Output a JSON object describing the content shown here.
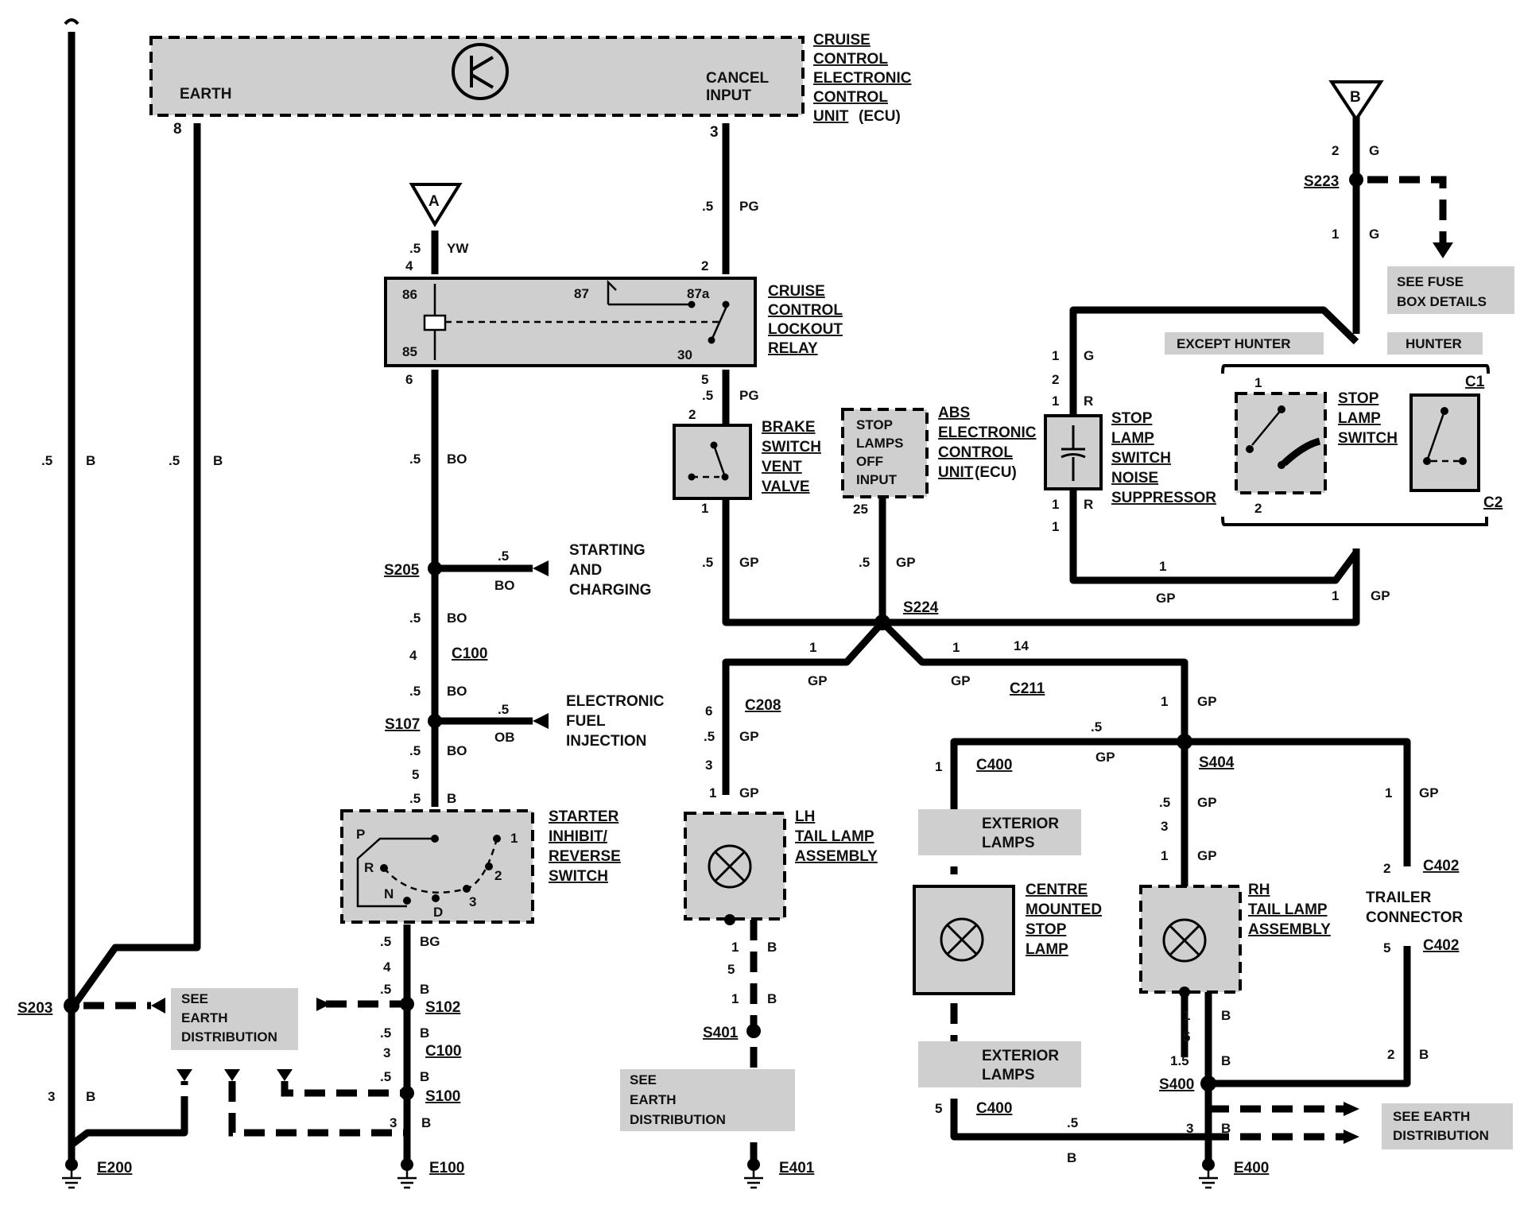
{
  "components": {
    "ecu": {
      "title": [
        "CRUISE",
        "CONTROL",
        "ELECTRONIC",
        "CONTROL",
        "UNIT"
      ],
      "suffix": "(ECU)",
      "earth": "EARTH",
      "cancel": [
        "CANCEL",
        "INPUT"
      ],
      "pin_earth": "8",
      "pin_cancel": "3"
    },
    "relay": {
      "title": [
        "CRUISE",
        "CONTROL",
        "LOCKOUT",
        "RELAY"
      ],
      "pins": {
        "p86": "86",
        "p85": "85",
        "p87": "87",
        "p87a": "87a",
        "p30": "30"
      }
    },
    "brake_switch": {
      "title": [
        "BRAKE",
        "SWITCH",
        "VENT",
        "VALVE"
      ]
    },
    "abs_ecu": {
      "inner": [
        "STOP",
        "LAMPS",
        "OFF",
        "INPUT"
      ],
      "title": [
        "ABS",
        "ELECTRONIC",
        "CONTROL",
        "UNIT"
      ],
      "suffix": "(ECU)",
      "pin": "25"
    },
    "suppressor": {
      "title": [
        "STOP",
        "LAMP",
        "SWITCH",
        "NOISE",
        "SUPPRESSOR"
      ]
    },
    "stop_switch": {
      "title": [
        "STOP",
        "LAMP",
        "SWITCH"
      ],
      "except": "EXCEPT HUNTER",
      "hunter": "HUNTER",
      "c1": "C1",
      "c2": "C2"
    },
    "fuse_ref": [
      "SEE FUSE",
      "BOX DETAILS"
    ],
    "starter": {
      "title": [
        "STARTER",
        "INHIBIT/",
        "REVERSE",
        "SWITCH"
      ],
      "positions": {
        "P": "P",
        "R": "R",
        "N": "N",
        "D": "D",
        "g1": "1",
        "g2": "2",
        "g3": "3"
      }
    },
    "lh_lamp": {
      "title": [
        "LH",
        "TAIL LAMP",
        "ASSEMBLY"
      ]
    },
    "rh_lamp": {
      "title": [
        "RH",
        "TAIL LAMP",
        "ASSEMBLY"
      ]
    },
    "centre_lamp": {
      "title": [
        "CENTRE",
        "MOUNTED",
        "STOP",
        "LAMP"
      ]
    },
    "exterior": [
      "EXTERIOR",
      "LAMPS"
    ],
    "trailer": [
      "TRAILER",
      "CONNECTOR"
    ],
    "earth_ref": [
      "SEE",
      "EARTH",
      "DISTRIBUTION"
    ],
    "earth_ref2": [
      "SEE EARTH",
      "DISTRIBUTION"
    ],
    "starting": [
      "STARTING",
      "AND",
      "CHARGING"
    ],
    "efi": [
      "ELECTRONIC",
      "FUEL",
      "INJECTION"
    ],
    "tri_a": "A",
    "tri_b": "B"
  },
  "splices": {
    "s203": "S203",
    "s102": "S102",
    "s100": "S100",
    "s205": "S205",
    "s107": "S107",
    "s224": "S224",
    "s223": "S223",
    "s401": "S401",
    "s404": "S404",
    "s400": "S400"
  },
  "connectors": {
    "c100": "C100",
    "c208": "C208",
    "c211": "C211",
    "c400": "C400",
    "c402": "C402"
  },
  "earths": {
    "e200": "E200",
    "e100": "E100",
    "e401": "E401",
    "e400": "E400"
  },
  "wire_labels": {
    "w_left_size": ".5",
    "w_left_color": "B",
    "w_8_size": ".5",
    "w_8_color": "B",
    "w_s203_pin": "3",
    "w_s203_color": "B",
    "w_a_size": ".5",
    "w_a_color": "YW",
    "w_a_pin": "4",
    "w_r6": "6",
    "w_bo1_size": ".5",
    "w_bo1_color": "BO",
    "w_s205_size": ".5",
    "w_s205_color": "BO",
    "w_bo2_size": ".5",
    "w_bo2_color": "BO",
    "w_c100_pin": "4",
    "w_bo3_size": ".5",
    "w_bo3_color": "BO",
    "w_s107_size": ".5",
    "w_s107_color": "OB",
    "w_bo4_size": ".5",
    "w_bo4_color": "BO",
    "w_p5": "5",
    "w_b5_size": ".5",
    "w_b5_color": "B",
    "w_bg_size": ".5",
    "w_bg_color": "BG",
    "w_p4": "4",
    "w_b6_size": ".5",
    "w_b6_color": "B",
    "w_b7_size": ".5",
    "w_b7_color": "B",
    "w_p3": "3",
    "w_b8_size": ".5",
    "w_b8_color": "B",
    "w_p3b": "3",
    "w_b9_color": "B",
    "w_pg1_size": ".5",
    "w_pg1_color": "PG",
    "w_rp2": "2",
    "w_p5b": "5",
    "w_pg2_size": ".5",
    "w_pg2_color": "PG",
    "w_bp2": "2",
    "w_bp1": "1",
    "w_gp1_size": ".5",
    "w_gp1_color": "GP",
    "w_gp2_size": ".5",
    "w_gp2_color": "GP",
    "w_gp3_pin": "1",
    "w_gp3_color": "GP",
    "w_gp4_pin": "1",
    "w_gp4_color": "GP",
    "w_c211_pin": "14",
    "w_c208_pin": "6",
    "w_gp5_size": ".5",
    "w_gp5_color": "GP",
    "w_p3c": "3",
    "w_p1c": "1",
    "w_gp6_color": "GP",
    "w_lb1_pin": "1",
    "w_lb1_color": "B",
    "w_p5c": "5",
    "w_lb2_pin": "1",
    "w_lb2_color": "B",
    "w_g1_pin": "2",
    "w_g1_color": "G",
    "w_g2_pin": "1",
    "w_g2_color": "G",
    "w_hg_pin": "1",
    "w_hg_color": "G",
    "w_h2": "2",
    "w_r1_pin": "1",
    "w_r1_color": "R",
    "w_r2_pin": "1",
    "w_r2_color": "R",
    "w_h1": "1",
    "w_gp7_pin": "1",
    "w_gp7_color": "GP",
    "w_gp8_pin": "1",
    "w_gp8_color": "GP",
    "w_sw1": "1",
    "w_sw2": "2",
    "w_gp9_pin": "1",
    "w_gp9_color": "GP",
    "w_gp10_size": ".5",
    "w_gp10_color": "GP",
    "w_c400_pin": "1",
    "w_gp11_size": ".5",
    "w_gp11_color": "GP",
    "w_p3d": "3",
    "w_gp12_pin": "1",
    "w_gp12_color": "GP",
    "w_gp13_pin": "1",
    "w_gp13_color": "GP",
    "w_c402_pin": "2",
    "w_c402b_pin": "5",
    "w_rb1_pin": "1",
    "w_rb1_color": "B",
    "w_p5d": "5",
    "w_rb2_size": "1.5",
    "w_rb2_color": "B",
    "w_tb_pin": "2",
    "w_tb_color": "B",
    "w_c400b_pin": "5",
    "w_cb_size": ".5",
    "w_cb_color": "B",
    "w_e400_pin": "3",
    "w_e400_color": "B"
  }
}
